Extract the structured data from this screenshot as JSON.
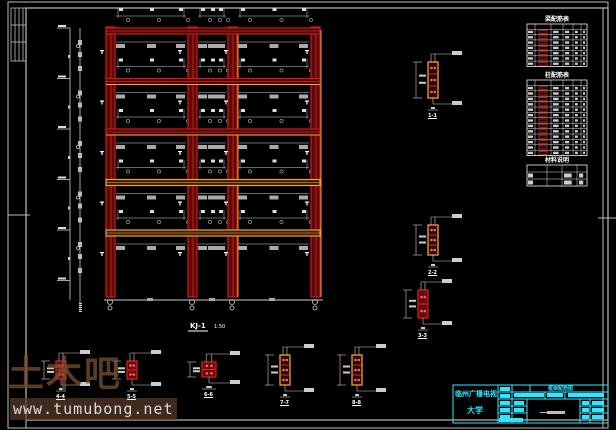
{
  "drawing": {
    "type": "CAD structural drawing - frame reinforcement",
    "colors": {
      "background": "#000000",
      "frame_lines": "#cfcfcf",
      "border": "#bdbdbd",
      "beam_red": "#d01818",
      "beam_orange": "#f0a040",
      "title_block": "#33e6ff"
    },
    "frame_caption": "KJ-1",
    "frame_scale": "1:50",
    "section_captions": [
      "1-1",
      "2-2",
      "3-3",
      "4-4",
      "5-5",
      "6-6",
      "7-7",
      "8-8"
    ],
    "tables": [
      {
        "title": "梁配筋表",
        "rows": 8
      },
      {
        "title": "柱配筋表",
        "rows": 14
      },
      {
        "title": "材料说明",
        "rows": 3
      }
    ],
    "floors": 5,
    "bays": 3
  },
  "title_block": {
    "project": "临州广播电视",
    "project_line2": "大学",
    "drawing_title": "框架配筋图",
    "fields": [
      "设计",
      "校对",
      "审核",
      "审定",
      "图号",
      "比例",
      "日期"
    ]
  },
  "watermark": {
    "logo": "土木吧",
    "url": "www.tumubong.net"
  }
}
